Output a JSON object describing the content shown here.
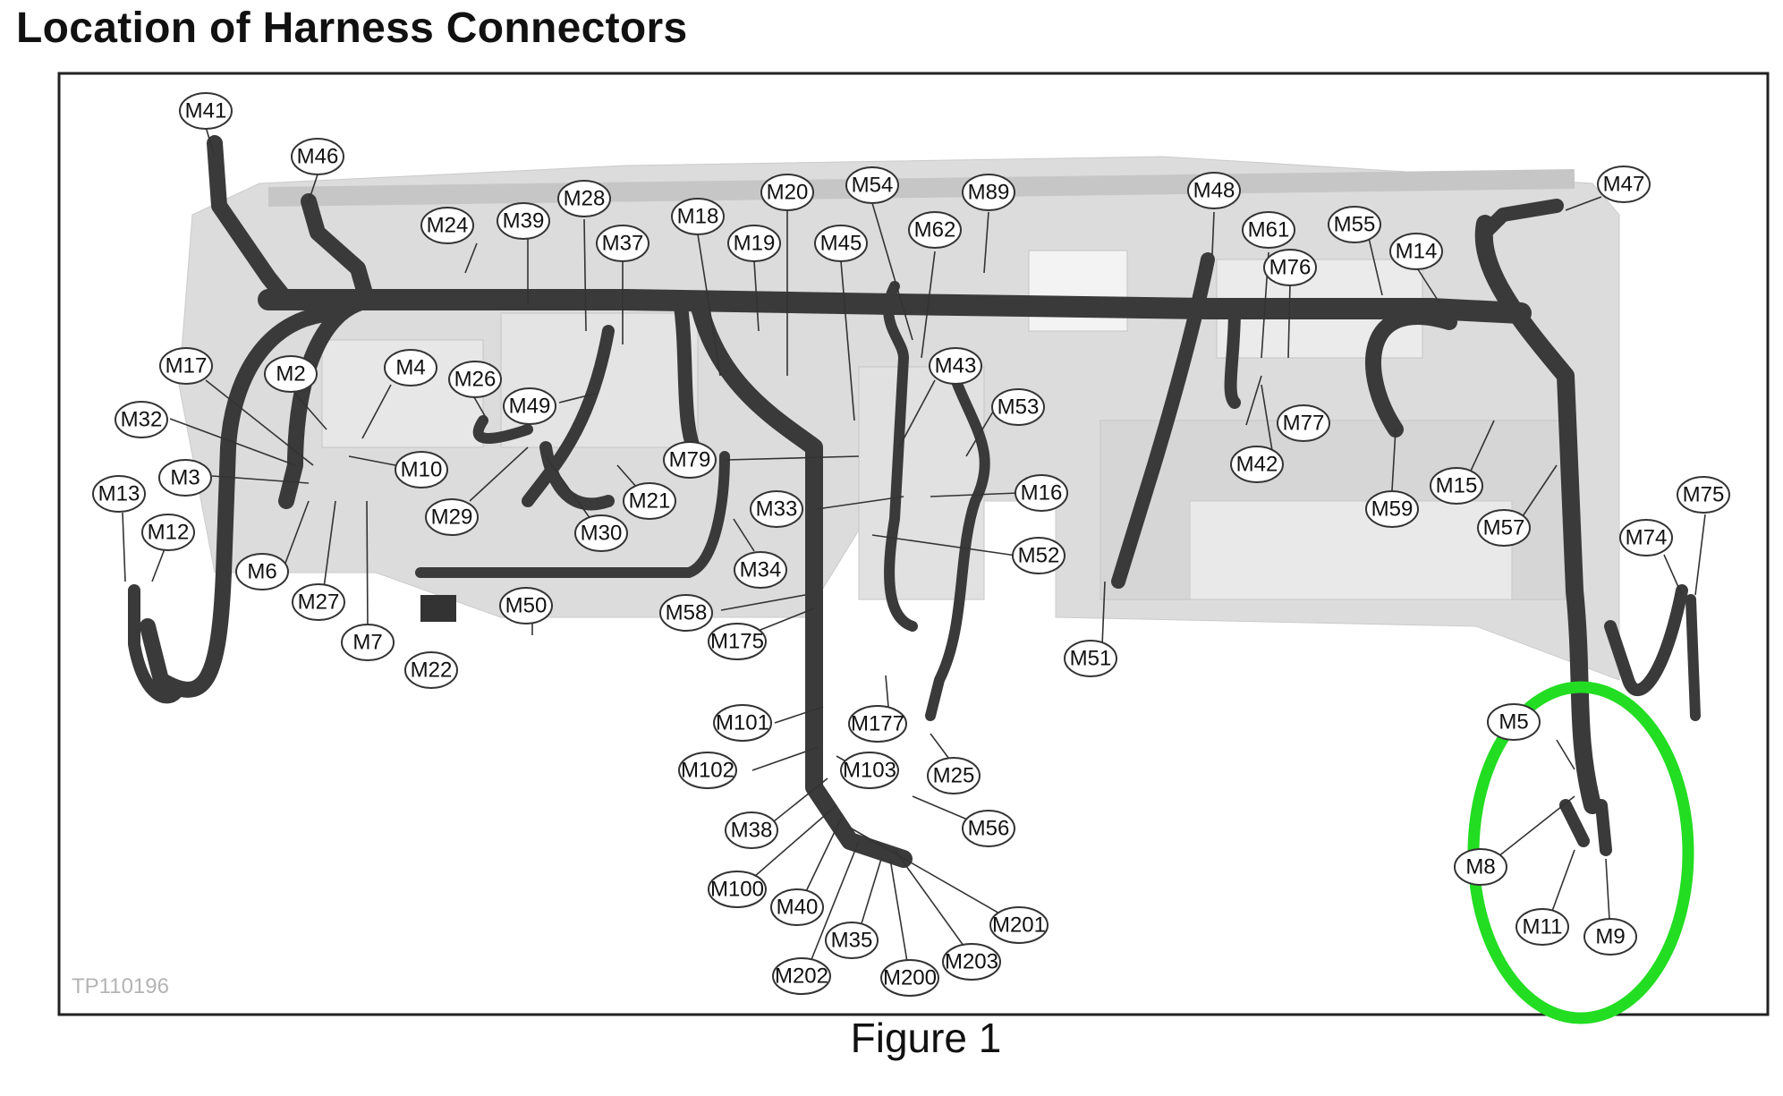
{
  "title": "Location of Harness Connectors",
  "figure_caption": "Figure 1",
  "image_ref": "TP110196",
  "highlight_color": "#22dd22",
  "connectors": [
    "M41",
    "M46",
    "M24",
    "M39",
    "M28",
    "M37",
    "M18",
    "M20",
    "M19",
    "M54",
    "M45",
    "M62",
    "M89",
    "M48",
    "M61",
    "M76",
    "M55",
    "M14",
    "M47",
    "M17",
    "M2",
    "M4",
    "M26",
    "M49",
    "M43",
    "M53",
    "M32",
    "M3",
    "M10",
    "M13",
    "M12",
    "M6",
    "M27",
    "M7",
    "M29",
    "M30",
    "M21",
    "M79",
    "M16",
    "M33",
    "M52",
    "M34",
    "M58",
    "M175",
    "M50",
    "M22",
    "M77",
    "M42",
    "M59",
    "M15",
    "M57",
    "M75",
    "M74",
    "M51",
    "M101",
    "M177",
    "M102",
    "M103",
    "M25",
    "M38",
    "M56",
    "M100",
    "M40",
    "M35",
    "M201",
    "M202",
    "M200",
    "M203",
    "M5",
    "M8",
    "M11",
    "M9"
  ]
}
